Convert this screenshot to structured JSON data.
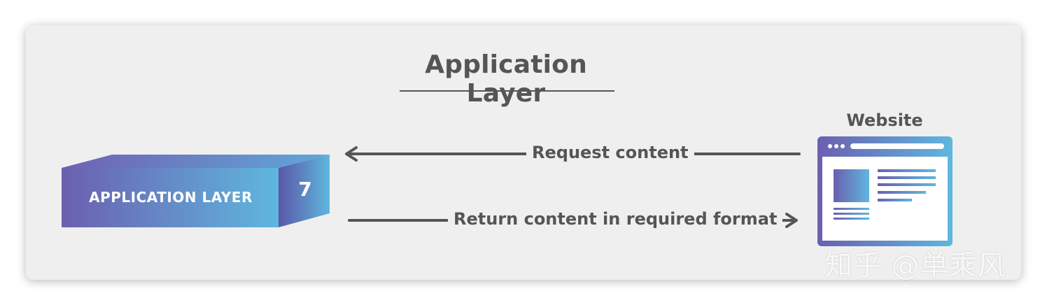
{
  "diagram": {
    "title": "Application Layer",
    "block": {
      "label": "APPLICATION LAYER",
      "number": "7"
    },
    "request_arrow": {
      "label": "Request content",
      "direction": "right-to-left"
    },
    "return_arrow": {
      "label": "Return content in required format",
      "direction": "left-to-right"
    },
    "website": {
      "label": "Website"
    },
    "watermark": "知乎 @单乘风",
    "colors": {
      "gradient_start": "#6b5fb0",
      "gradient_end": "#5fb7de",
      "text": "#555555",
      "card_background": "#efefef"
    }
  }
}
